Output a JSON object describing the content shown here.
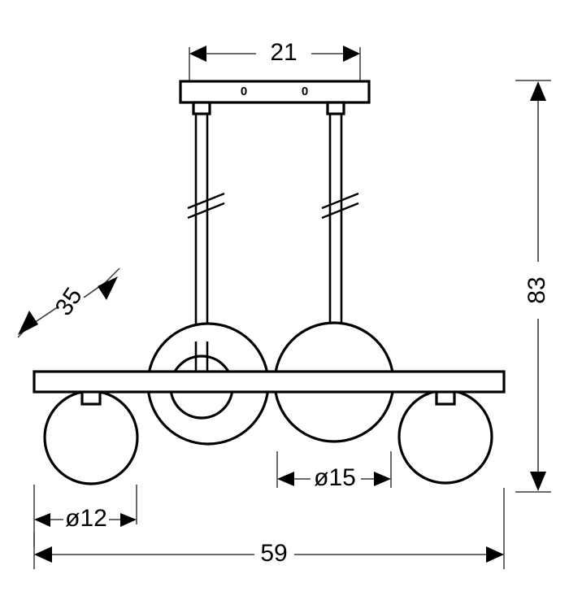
{
  "drawing": {
    "title": "Pendant Lamp Technical Dimension Drawing",
    "units": "cm",
    "background_color": "#ffffff",
    "line_color": "#000000",
    "dimension_color": "#3a3a3a"
  },
  "dimensions": {
    "canopy_width": {
      "label": "21",
      "name": "canopy-width-dimension",
      "orientation": "horizontal",
      "position": "top"
    },
    "depth": {
      "label": "35",
      "name": "depth-dimension",
      "orientation": "diagonal",
      "position": "left"
    },
    "total_height": {
      "label": "83",
      "name": "total-height-dimension",
      "orientation": "vertical",
      "position": "right"
    },
    "large_globe_diameter": {
      "label": "ø15",
      "name": "large-globe-diameter-dimension",
      "orientation": "horizontal",
      "position": "center-bottom"
    },
    "small_globe_diameter": {
      "label": "ø12",
      "name": "small-globe-diameter-dimension",
      "orientation": "horizontal",
      "position": "bottom-left"
    },
    "total_width": {
      "label": "59",
      "name": "total-width-dimension",
      "orientation": "horizontal",
      "position": "bottom"
    }
  },
  "parts": {
    "canopy": {
      "name": "ceiling-canopy-plate",
      "hole_marks": [
        "0",
        "0"
      ]
    },
    "rods": {
      "name": "suspension-rods",
      "count": 2,
      "break_symbol": "double-diagonal-break"
    },
    "bar": {
      "name": "horizontal-crossbar"
    },
    "globes": [
      {
        "name": "globe-small-left",
        "size": "small"
      },
      {
        "name": "globe-large-left",
        "size": "large"
      },
      {
        "name": "globe-large-right",
        "size": "large"
      },
      {
        "name": "globe-small-right",
        "size": "small"
      }
    ],
    "socket": {
      "name": "lamp-socket-ring"
    }
  }
}
